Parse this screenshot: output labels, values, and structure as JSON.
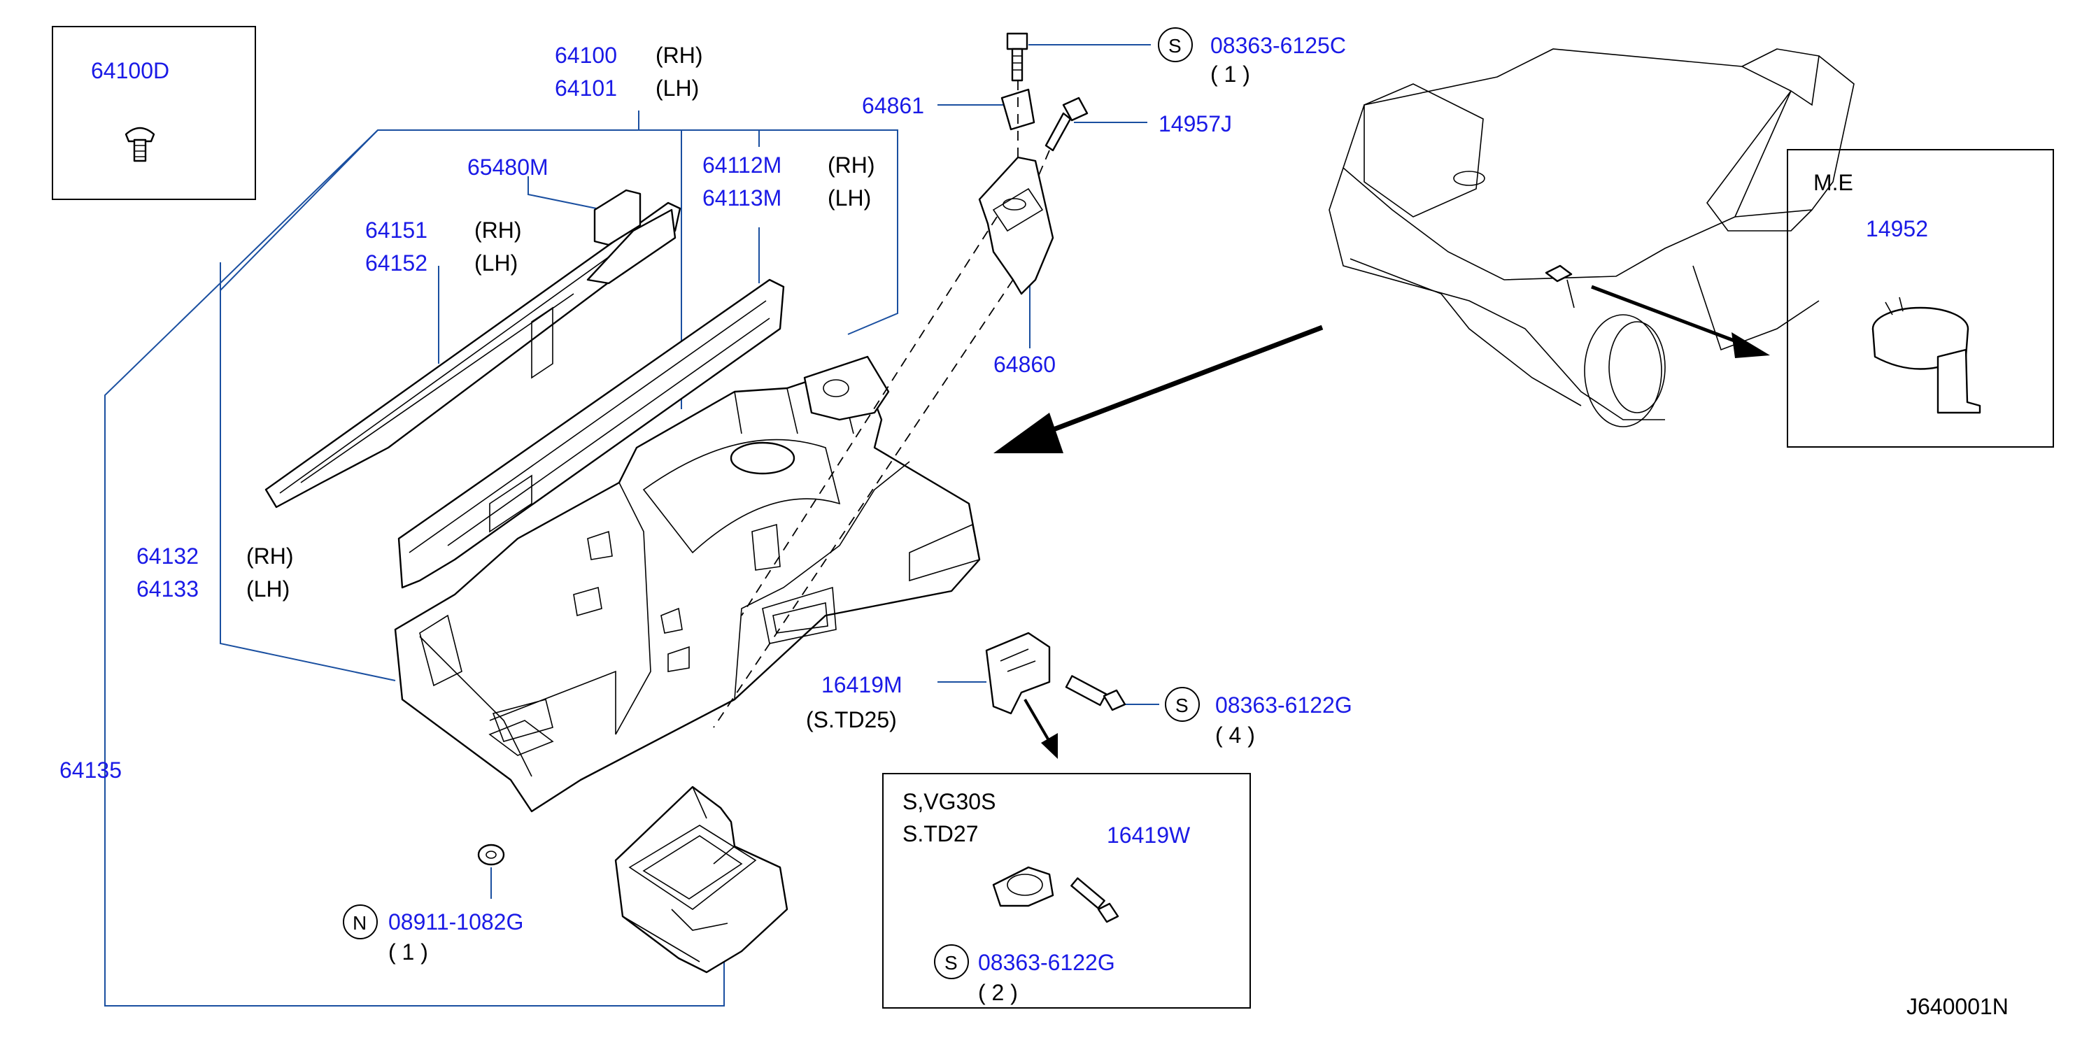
{
  "parts": {
    "p64100D": "64100D",
    "p64100": "64100",
    "p64101": "64101",
    "p65480M": "65480M",
    "p64112M": "64112M",
    "p64113M": "64113M",
    "p64151": "64151",
    "p64152": "64152",
    "p64132": "64132",
    "p64133": "64133",
    "p64135": "64135",
    "p64861": "64861",
    "p64860": "64860",
    "p14957J": "14957J",
    "p08363_6125C": "08363-6125C",
    "p08363_6122G_a": "08363-6122G",
    "p08363_6122G_b": "08363-6122G",
    "p08911_1082G": "08911-1082G",
    "p16419M": "16419M",
    "p16419W": "16419W",
    "p14952": "14952"
  },
  "sides": {
    "rh": "(RH)",
    "lh": "(LH)"
  },
  "quantities": {
    "q1": "( 1 )",
    "q2": "( 2 )",
    "q4": "( 4 )"
  },
  "symbols": {
    "s": "S",
    "n": "N"
  },
  "notes": {
    "std25": "(S.TD25)",
    "vg30s": "S,VG30S",
    "std27": "S.TD27",
    "me": "M.E"
  },
  "figure_code": "J640001N"
}
